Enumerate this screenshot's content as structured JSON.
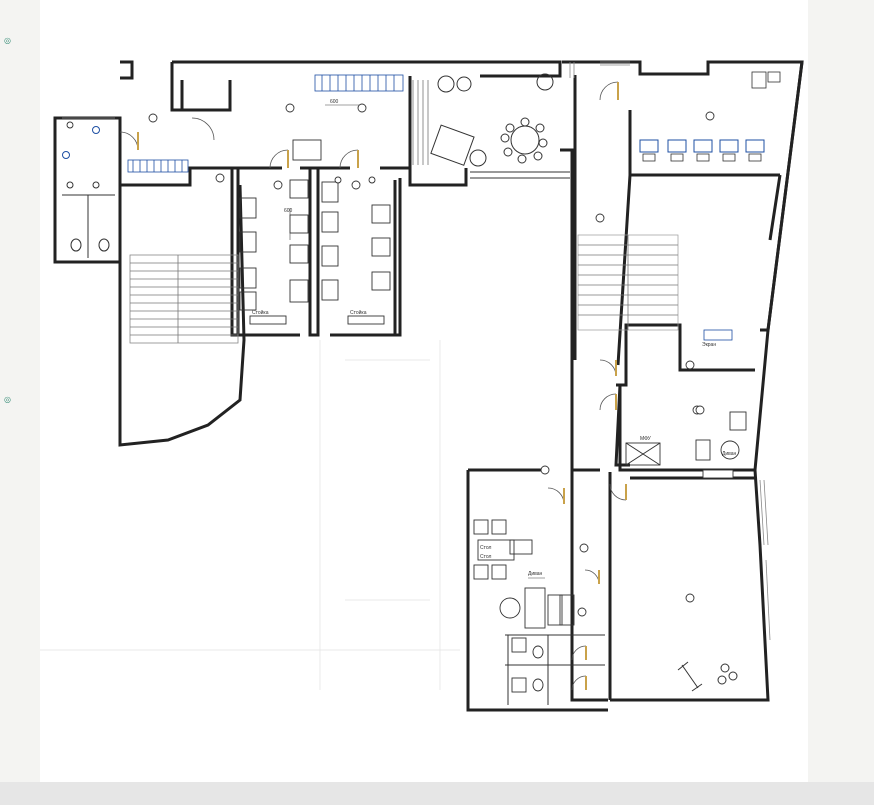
{
  "labels": {
    "desk_a": "Стол",
    "desk_b": "Стол",
    "sofa": "Диван",
    "dim_a": "600",
    "dim_b": "600",
    "sign_a": "Стойка",
    "sign_b": "Стойка",
    "copier": "МФУ",
    "lounge_sofa": "Диван",
    "screen": "Экран"
  },
  "icons": [
    "staircase-icon",
    "door-swing-icon",
    "toilet-icon",
    "sink-icon",
    "washing-machine-icon",
    "desk-chair-icon",
    "round-table-icon",
    "plant-icon",
    "light-fixture-icon"
  ],
  "colors": {
    "wall": "#222222",
    "accent": "#1e4fa3",
    "door": "#c9a24a"
  }
}
